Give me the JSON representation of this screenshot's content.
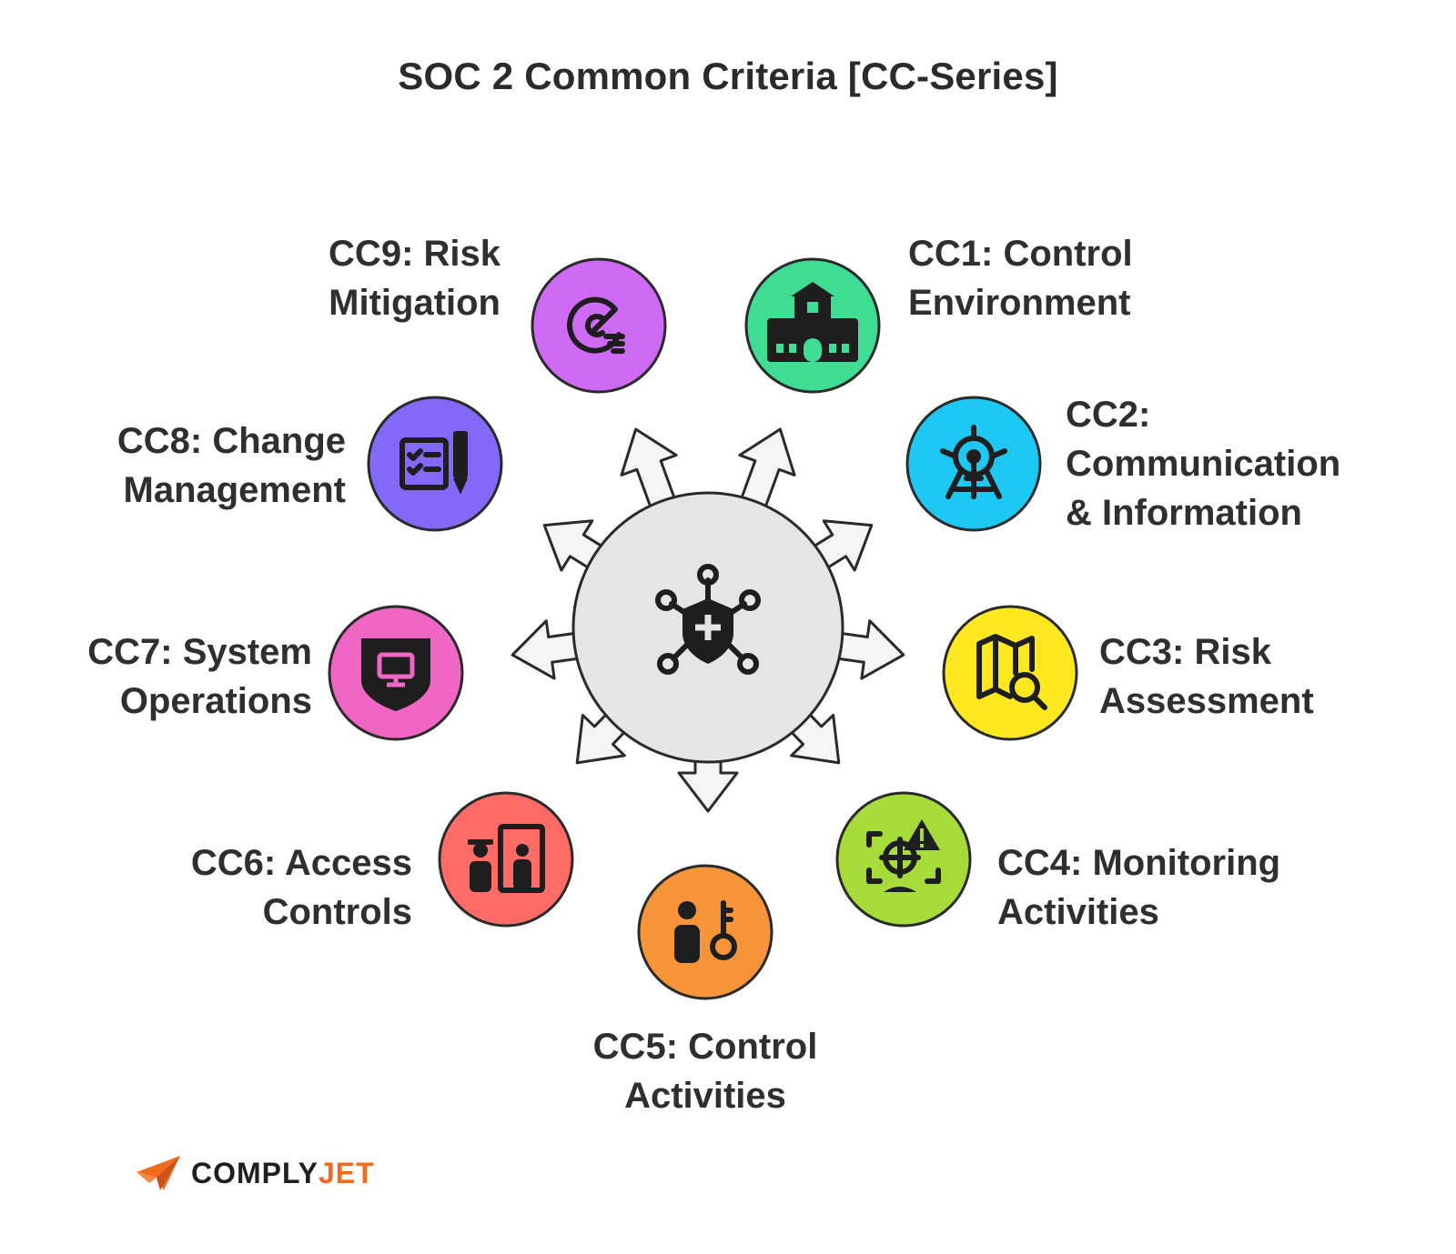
{
  "title": "SOC 2 Common Criteria [CC-Series]",
  "colors": {
    "hub_fill": "#e5e5e5",
    "outline": "#2a2a2a",
    "cc1": "#3fdc94",
    "cc2": "#1ec8f5",
    "cc3": "#ffe81f",
    "cc4": "#a6db3a",
    "cc5": "#f7943a",
    "cc6": "#ff6b66",
    "cc7": "#f066c4",
    "cc8": "#8468f7",
    "cc9": "#cf6af5",
    "logo_accent": "#f26b1d"
  },
  "hub": {
    "icon": "network-shield-icon"
  },
  "criteria": [
    {
      "id": "cc1",
      "line1": "CC1: Control",
      "line2": "Environment",
      "icon": "building-icon"
    },
    {
      "id": "cc2",
      "line1": "CC2:",
      "line2": "Communication",
      "line3": "& Information",
      "icon": "network-tower-icon"
    },
    {
      "id": "cc3",
      "line1": "CC3: Risk",
      "line2": "Assessment",
      "icon": "map-search-icon"
    },
    {
      "id": "cc4",
      "line1": "CC4: Monitoring",
      "line2": "Activities",
      "icon": "monitor-alert-icon"
    },
    {
      "id": "cc5",
      "line1": "CC5: Control",
      "line2": "Activities",
      "icon": "person-key-icon"
    },
    {
      "id": "cc6",
      "line1": "CC6: Access",
      "line2": "Controls",
      "icon": "security-gate-icon"
    },
    {
      "id": "cc7",
      "line1": "CC7: System",
      "line2": "Operations",
      "icon": "shield-monitor-icon"
    },
    {
      "id": "cc8",
      "line1": "CC8: Change",
      "line2": "Management",
      "icon": "checklist-pen-icon"
    },
    {
      "id": "cc9",
      "line1": "CC9: Risk",
      "line2": "Mitigation",
      "icon": "radar-gauge-icon"
    }
  ],
  "logo": {
    "part1": "COMPLY",
    "part2": "JET",
    "icon": "paper-plane-icon"
  }
}
